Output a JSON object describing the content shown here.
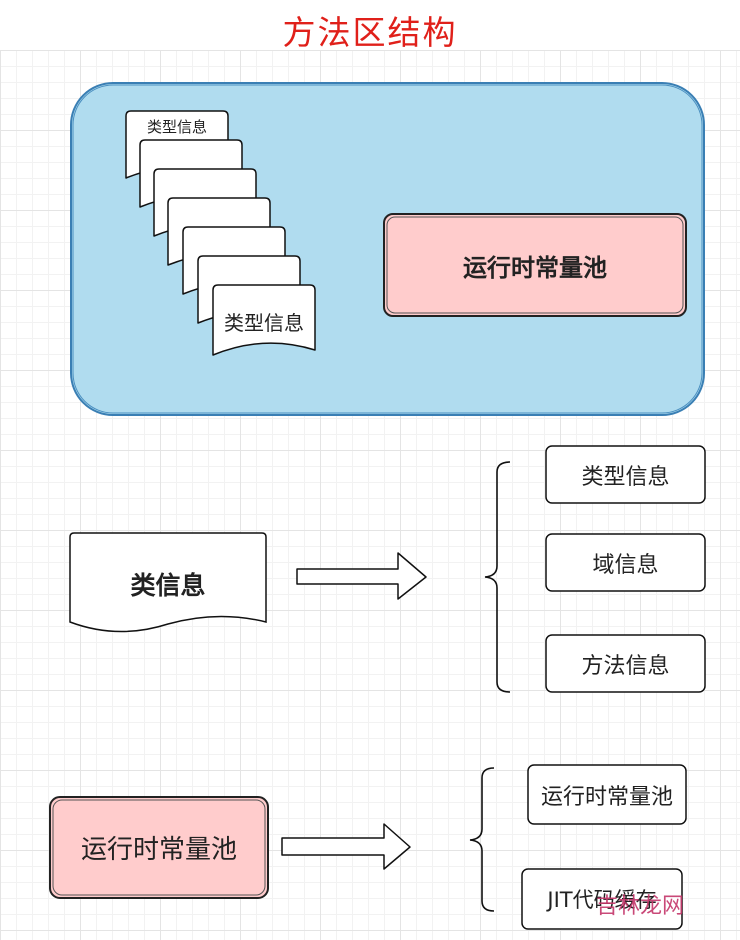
{
  "title": "方法区结构",
  "top_panel": {
    "stack_top_label": "类型信息",
    "stack_front_label": "类型信息",
    "constant_pool_label": "运行时常量池"
  },
  "class_info_row": {
    "source_label": "类信息",
    "items": [
      "类型信息",
      "域信息",
      "方法信息"
    ]
  },
  "pool_row": {
    "source_label": "运行时常量池",
    "items": [
      "运行时常量池",
      "JIT代码缓存"
    ]
  },
  "watermark": "吉林龙网",
  "colors": {
    "title": "#e0201a",
    "panel_fill": "#b0dcef",
    "panel_stroke": "#3a7fb4",
    "pool_fill": "#ffcccc"
  }
}
